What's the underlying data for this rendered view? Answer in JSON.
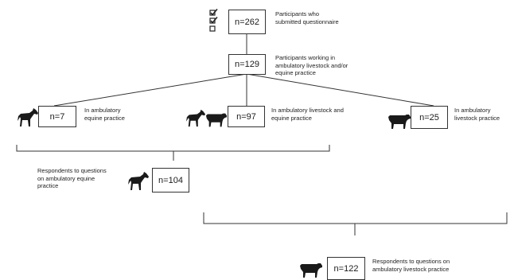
{
  "nodes": {
    "submitted": {
      "count": "n=262",
      "label": "Participants who submitted questionnaire"
    },
    "working": {
      "count": "n=129",
      "label": "Participants working in ambulatory livestock and/or equine practice"
    },
    "equine": {
      "count": "n=7",
      "label": "In ambulatory equine practice"
    },
    "both": {
      "count": "n=97",
      "label": "In ambulatory livestock and equine practice"
    },
    "livestock": {
      "count": "n=25",
      "label": "In ambulatory livestock practice"
    },
    "resp_equine": {
      "count": "n=104",
      "label": "Respondents to questions on ambulatory equine practice"
    },
    "resp_livestock": {
      "count": "n=122",
      "label": "Respondents to questions on ambulatory livestock practice"
    }
  },
  "icons": {
    "checklist": "checklist-icon",
    "horse": "horse-icon",
    "cow": "cow-icon"
  }
}
